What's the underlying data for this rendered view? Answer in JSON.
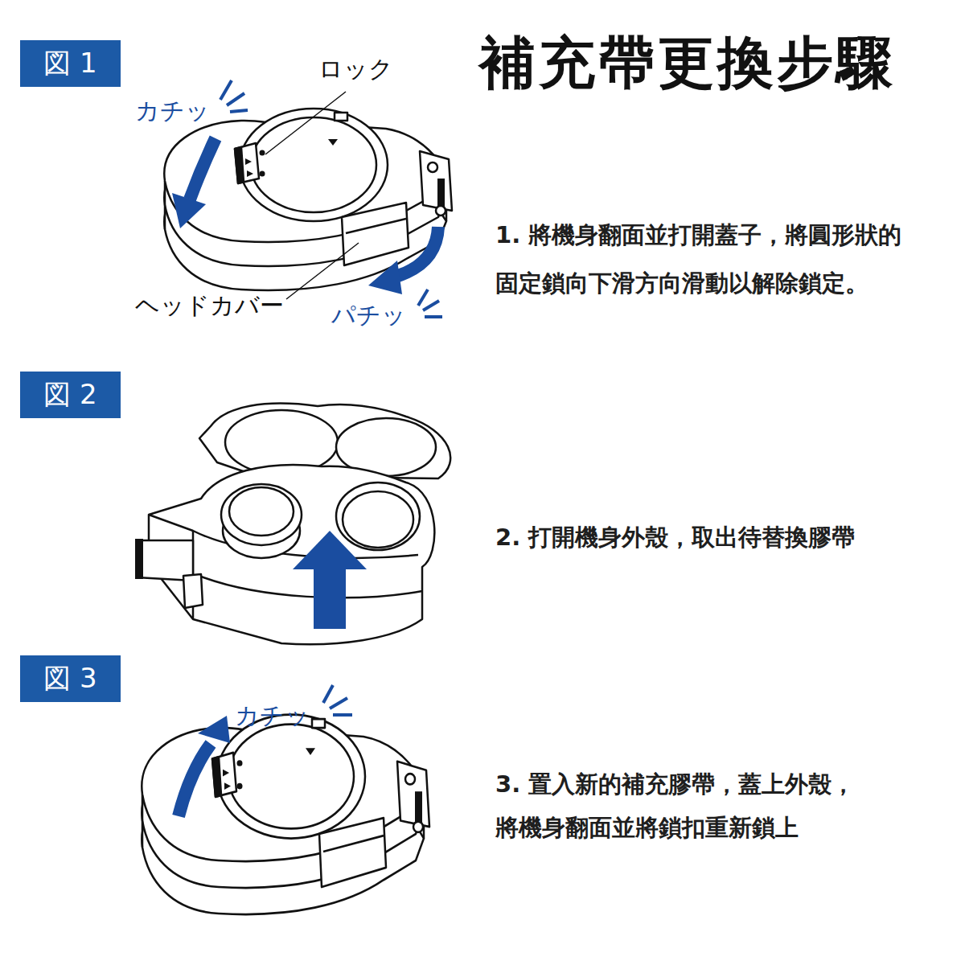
{
  "diagram": {
    "title": "補充帶更換步驟",
    "nodes": [
      {
        "text": [
          "図 1"
        ]
      },
      {
        "text": [
          "図 2"
        ]
      },
      {
        "text": [
          "図 3"
        ]
      }
    ],
    "labels": [
      "ロック",
      "カチッ",
      "1. 將機身翻面並打開蓋子，將圓形狀的 固定鎖向下滑方向滑動以解除鎖定。",
      "ヘッドカバー",
      "パチッ",
      "2. 打開機身外殼，取出待替換膠帶",
      "カチッ",
      "3. 置入新的補充膠帶，蓋上外殼， 將機身翻面並將鎖扣重新鎖上"
    ]
  }
}
